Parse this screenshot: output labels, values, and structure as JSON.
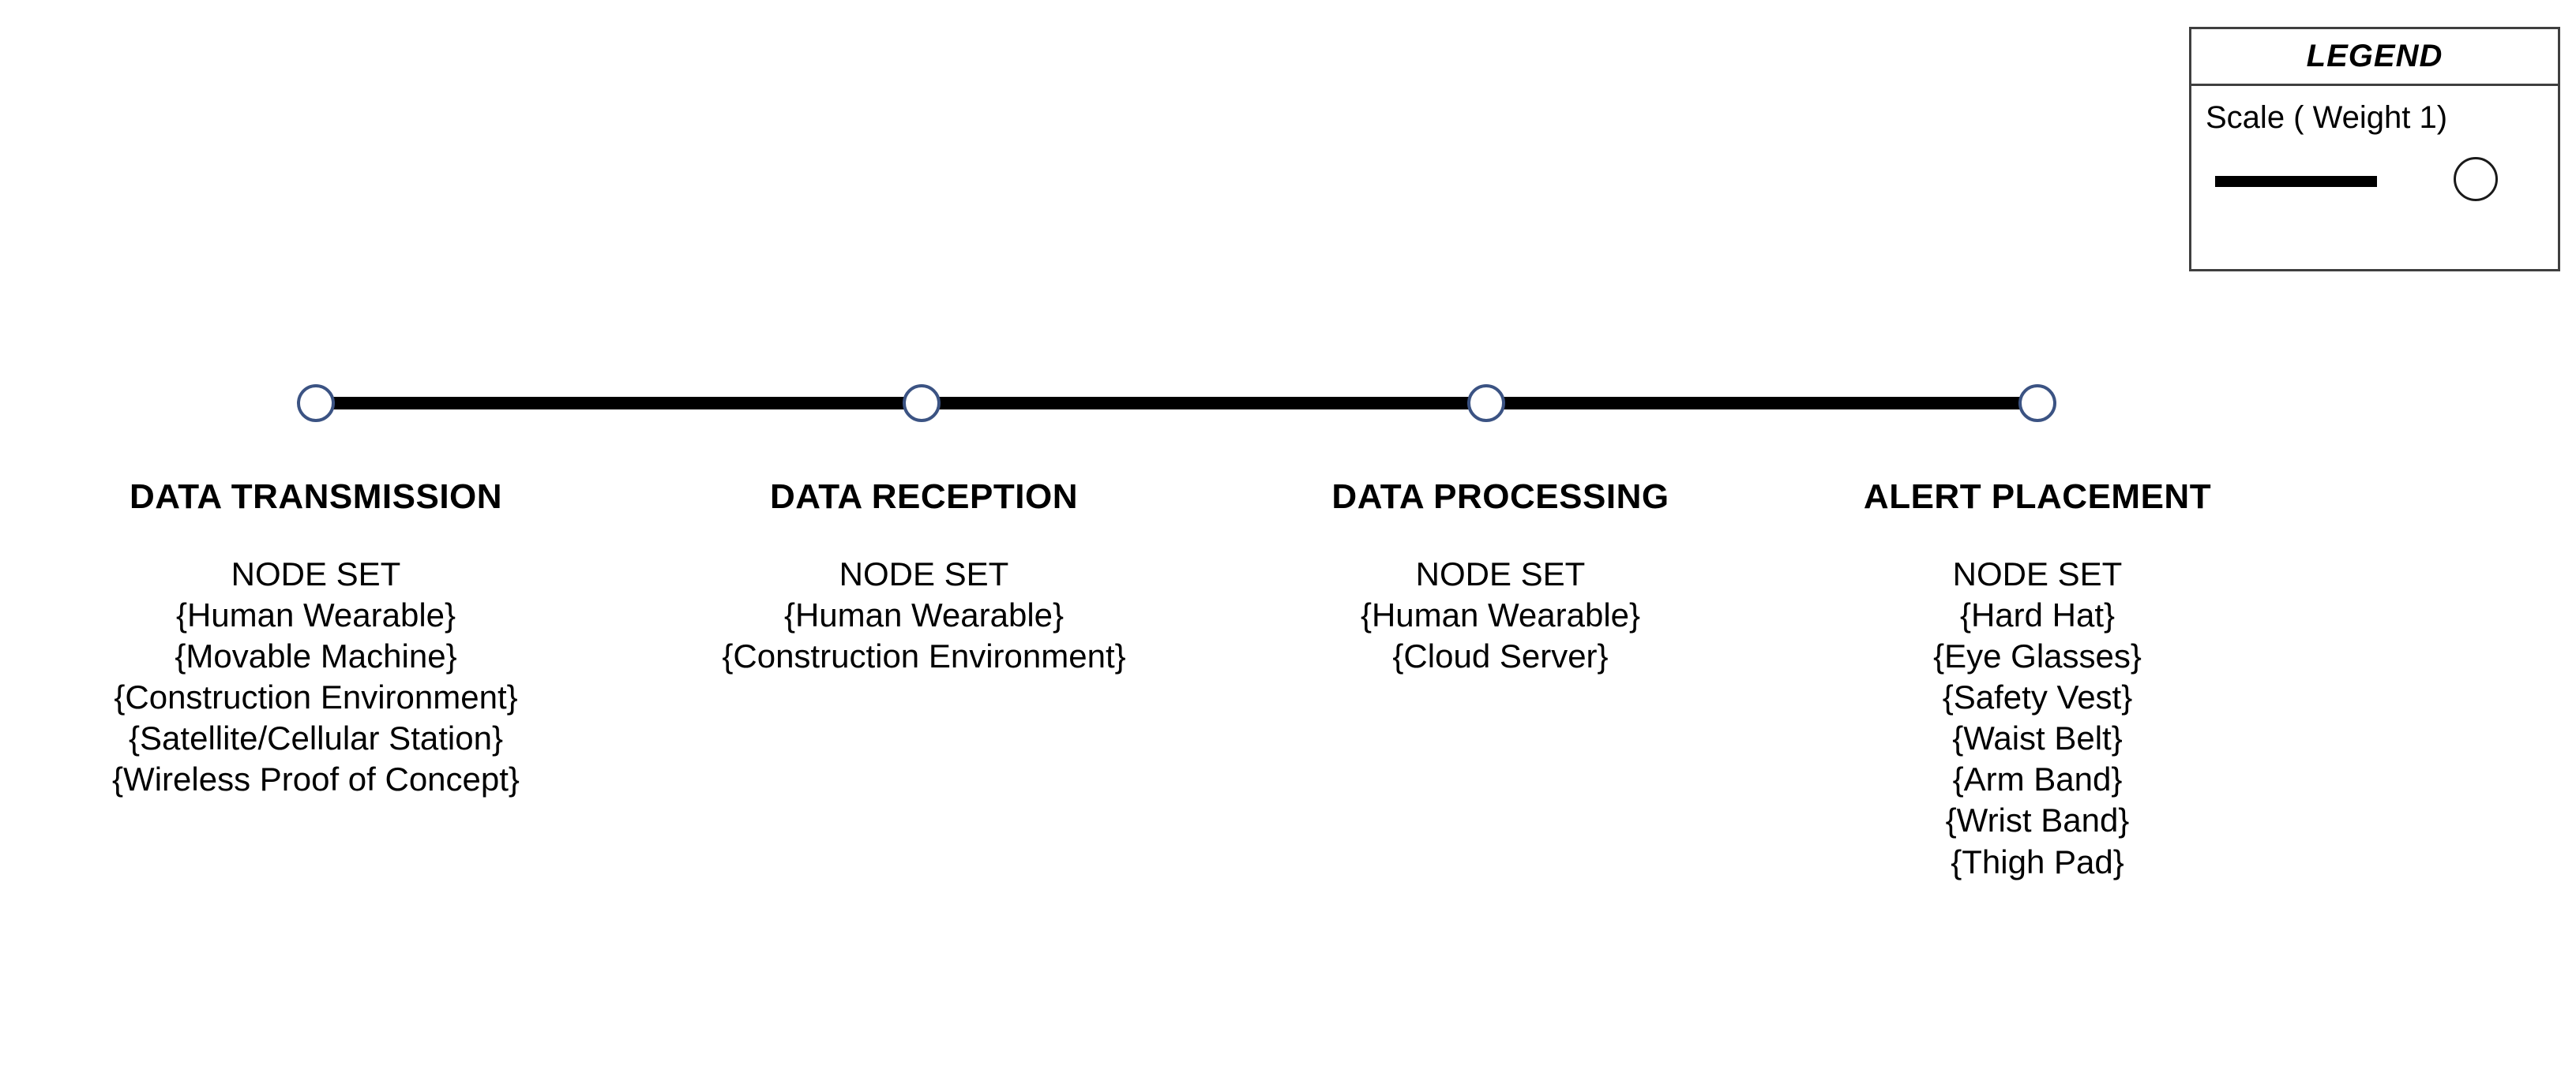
{
  "legend": {
    "title": "LEGEND",
    "scale_label": "Scale ( Weight 1)",
    "line_swatch_name": "edge-weight-line",
    "circle_swatch_name": "node-circle"
  },
  "chain": {
    "node_count": 4,
    "node_stroke_color": "#3b5383",
    "edge_color": "#000000",
    "edge_weight": 1
  },
  "columns": [
    {
      "heading": "DATA TRANSMISSION",
      "nodeset_title": "NODE SET",
      "items": [
        "{Human Wearable}",
        "{Movable Machine}",
        "{Construction Environment}",
        "{Satellite/Cellular Station}",
        "{Wireless Proof of Concept}"
      ]
    },
    {
      "heading": "DATA RECEPTION",
      "nodeset_title": "NODE SET",
      "items": [
        "{Human Wearable}",
        "{Construction Environment}"
      ]
    },
    {
      "heading": "DATA PROCESSING",
      "nodeset_title": "NODE SET",
      "items": [
        "{Human Wearable}",
        "{Cloud Server}"
      ]
    },
    {
      "heading": "ALERT PLACEMENT",
      "nodeset_title": "NODE SET",
      "items": [
        "{Hard Hat}",
        "{Eye Glasses}",
        "{Safety Vest}",
        "{Waist Belt}",
        "{Arm Band}",
        "{Wrist Band}",
        "{Thigh Pad}"
      ]
    }
  ]
}
